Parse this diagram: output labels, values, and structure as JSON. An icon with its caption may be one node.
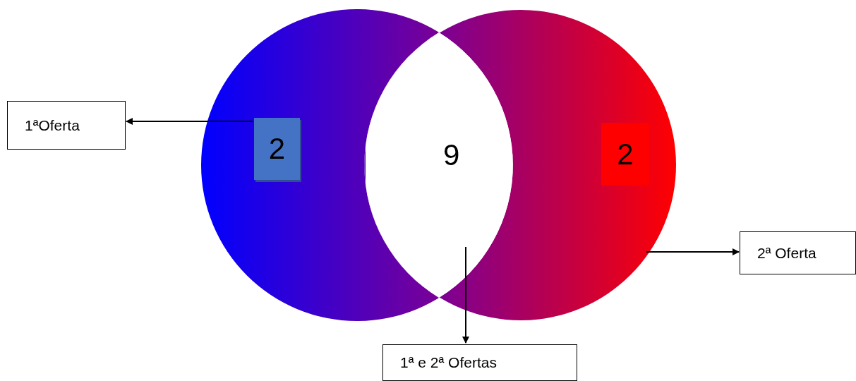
{
  "diagram": {
    "nodes": [
      {
        "text": [
          "1ªOferta"
        ]
      },
      {
        "text": [],
        "shape": "circle"
      },
      {
        "text": [
          "2"
        ],
        "in": 1
      },
      {
        "text": [],
        "shape": "circle"
      },
      {
        "text": [
          "9"
        ]
      },
      {
        "text": [
          "2"
        ],
        "in": 3
      },
      {
        "text": [
          "2ª Oferta"
        ]
      },
      {
        "text": [
          "1ª e 2ª Ofertas"
        ]
      }
    ],
    "edges": [
      {
        "from": 2,
        "to": 0,
        "arrow": "to"
      },
      {
        "from": 3,
        "to": 6,
        "arrow": "to"
      },
      {
        "from": 4,
        "to": 7,
        "arrow": "to"
      }
    ]
  }
}
